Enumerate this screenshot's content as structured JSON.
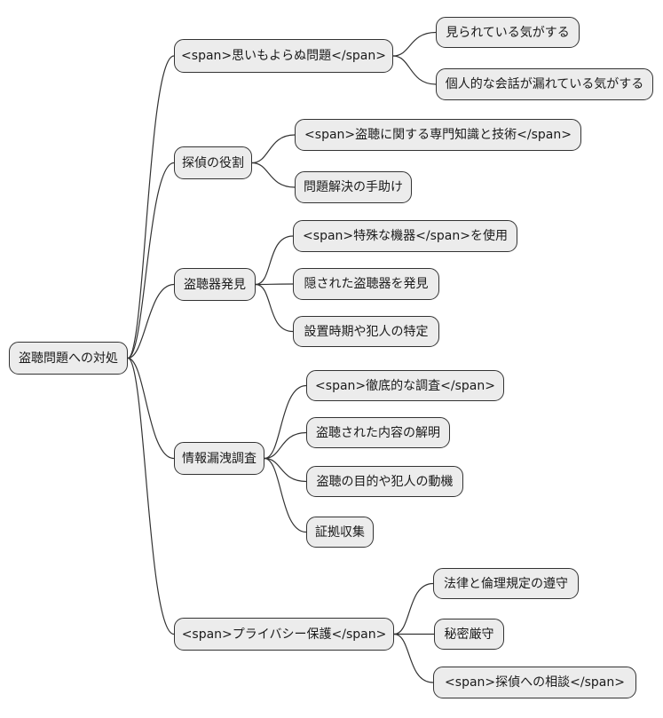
{
  "diagram": {
    "type": "mindmap",
    "root": {
      "label": "盗聴問題への対処"
    },
    "branches": [
      {
        "label": "<span>思いもよらぬ問題</span>",
        "children": [
          "見られている気がする",
          "個人的な会話が漏れている気がする"
        ]
      },
      {
        "label": "探偵の役割",
        "children": [
          "<span>盗聴に関する専門知識と技術</span>",
          "問題解決の手助け"
        ]
      },
      {
        "label": "盗聴器発見",
        "children": [
          "<span>特殊な機器</span>を使用",
          "隠された盗聴器を発見",
          "設置時期や犯人の特定"
        ]
      },
      {
        "label": "情報漏洩調査",
        "children": [
          "<span>徹底的な調査</span>",
          "盗聴された内容の解明",
          "盗聴の目的や犯人の動機",
          "証拠収集"
        ]
      },
      {
        "label": "<span>プライバシー保護</span>",
        "children": [
          "法律と倫理規定の遵守",
          "秘密厳守",
          "<span>探偵への相談</span>"
        ]
      }
    ],
    "colors": {
      "node_fill": "#ececec",
      "node_border": "#333333",
      "edge_color": "#333333",
      "text_color": "#1a1a1a",
      "background": "#ffffff"
    }
  }
}
